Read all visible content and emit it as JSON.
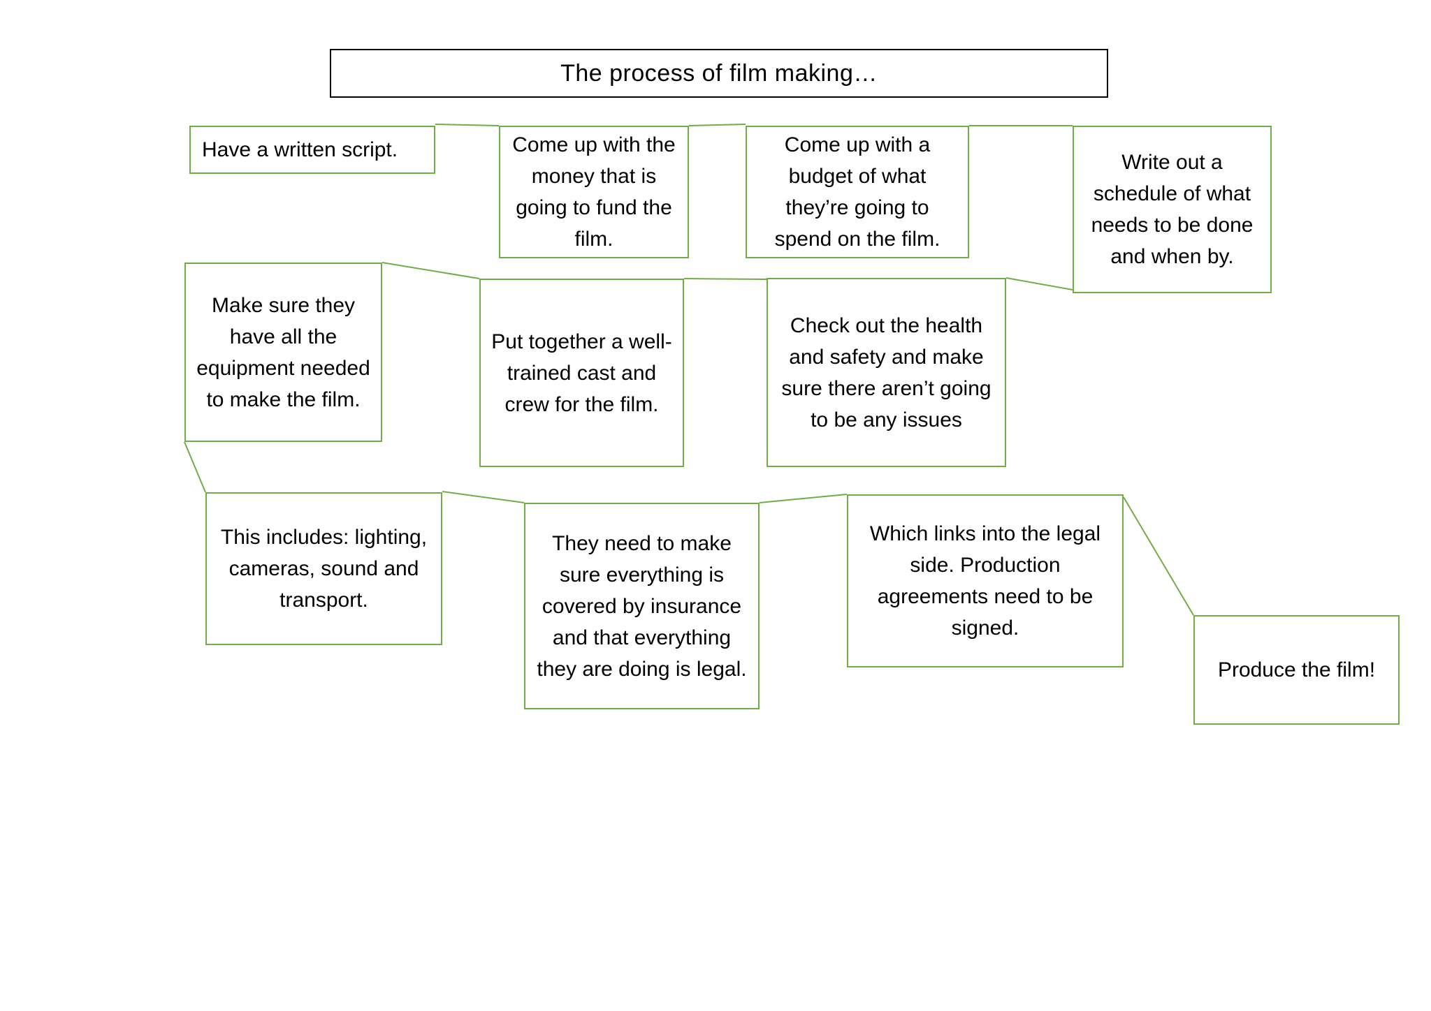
{
  "title": "The process of film making…",
  "colors": {
    "box_border": "#70ad47",
    "connector": "#70ad47",
    "title_border": "#000000",
    "text": "#000000"
  },
  "steps": [
    {
      "id": "s1",
      "text": "Have a written script."
    },
    {
      "id": "s2",
      "text": "Come up with the money that is going to fund the film."
    },
    {
      "id": "s3",
      "text": "Come up with a budget of what they’re going to spend on the film."
    },
    {
      "id": "s4",
      "text": "Write out a schedule of what needs to be done and when by."
    },
    {
      "id": "s5",
      "text": "Make sure they have all the equipment needed to make the film."
    },
    {
      "id": "s6",
      "text": "Put together a well-trained cast and crew for the film."
    },
    {
      "id": "s7",
      "text": "Check out the health and safety and make sure there aren’t going to be any issues"
    },
    {
      "id": "s8",
      "text": "This includes: lighting, cameras, sound and transport."
    },
    {
      "id": "s9",
      "text": "They need to make sure everything is covered by insurance and that everything they are doing is legal."
    },
    {
      "id": "s10",
      "text": "Which links into the legal side. Production agreements need to be signed."
    },
    {
      "id": "s11",
      "text": "Produce the film!"
    }
  ],
  "connections": [
    {
      "from": "s1",
      "to": "s2"
    },
    {
      "from": "s2",
      "to": "s3"
    },
    {
      "from": "s3",
      "to": "s4"
    },
    {
      "from": "s4",
      "to": "s7"
    },
    {
      "from": "s7",
      "to": "s6"
    },
    {
      "from": "s6",
      "to": "s5"
    },
    {
      "from": "s5",
      "to": "s8"
    },
    {
      "from": "s8",
      "to": "s9"
    },
    {
      "from": "s9",
      "to": "s10"
    },
    {
      "from": "s10",
      "to": "s11"
    }
  ]
}
